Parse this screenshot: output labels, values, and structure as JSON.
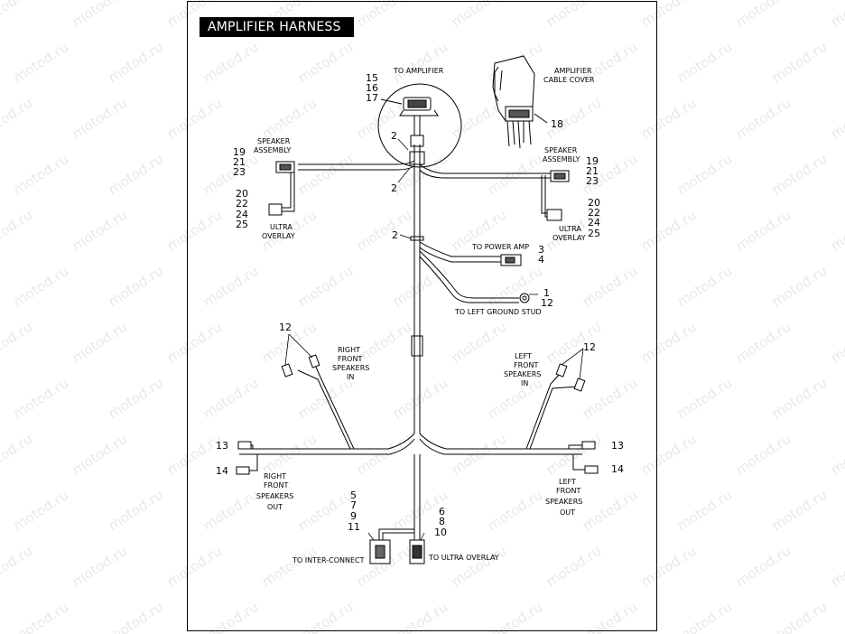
{
  "title": "AMPLIFIER HARNESS",
  "watermark": "motod.ru",
  "labels": {
    "to_amplifier": "TO AMPLIFIER",
    "amp_cable_cover_1": "AMPLIFIER",
    "amp_cable_cover_2": "CABLE COVER",
    "speaker_assembly_left_1": "SPEAKER",
    "speaker_assembly_left_2": "ASSEMBLY",
    "speaker_assembly_right_1": "SPEAKER",
    "speaker_assembly_right_2": "ASSEMBLY",
    "ultra_overlay_left_1": "ULTRA",
    "ultra_overlay_left_2": "OVERLAY",
    "ultra_overlay_right_1": "ULTRA",
    "ultra_overlay_right_2": "OVERLAY",
    "to_power_amp": "TO POWER AMP",
    "to_left_ground_stud": "TO LEFT GROUND STUD",
    "right_front_speakers_in_1": "RIGHT",
    "right_front_speakers_in_2": "FRONT",
    "right_front_speakers_in_3": "SPEAKERS",
    "right_front_speakers_in_4": "IN",
    "left_front_speakers_in_1": "LEFT",
    "left_front_speakers_in_2": "FRONT",
    "left_front_speakers_in_3": "SPEAKERS",
    "left_front_speakers_in_4": "IN",
    "right_front_speakers_out_1": "RIGHT",
    "right_front_speakers_out_2": "FRONT",
    "right_front_speakers_out_3": "SPEAKERS",
    "right_front_speakers_out_4": "OUT",
    "left_front_speakers_out_1": "LEFT",
    "left_front_speakers_out_2": "FRONT",
    "left_front_speakers_out_3": "SPEAKERS",
    "left_front_speakers_out_4": "OUT",
    "to_inter_connect": "TO INTER-CONNECT",
    "to_ultra_overlay": "TO ULTRA OVERLAY"
  },
  "callouts": {
    "n15": "15",
    "n16": "16",
    "n17": "17",
    "n18": "18",
    "n2_a": "2",
    "n2_b": "2",
    "n2_c": "2",
    "l19": "19",
    "l21": "21",
    "l23": "23",
    "l20": "20",
    "l22": "22",
    "l24": "24",
    "l25": "25",
    "r19": "19",
    "r21": "21",
    "r23": "23",
    "r20": "20",
    "r22": "22",
    "r24": "24",
    "r25": "25",
    "n3": "3",
    "n4": "4",
    "n1": "1",
    "n12_ground": "12",
    "n12_right": "12",
    "n12_left": "12",
    "n13_right": "13",
    "n14_right": "14",
    "n13_left": "13",
    "n14_left": "14",
    "n5": "5",
    "n7": "7",
    "n9": "9",
    "n11": "11",
    "n6": "6",
    "n8": "8",
    "n10": "10"
  },
  "colors": {
    "line": "#000000",
    "background": "#ffffff",
    "title_bg": "#000000",
    "title_text": "#ffffff"
  }
}
